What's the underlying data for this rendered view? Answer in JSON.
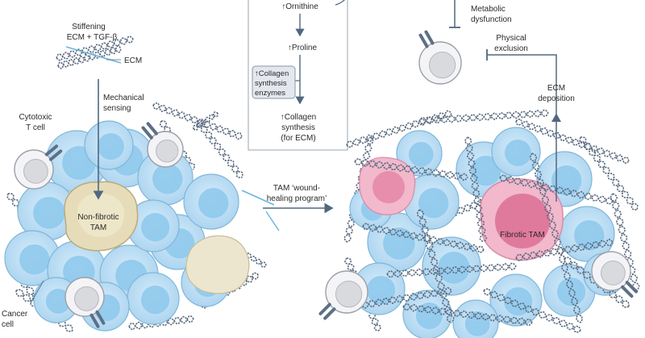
{
  "colors": {
    "cell_fill": "#bfe0f5",
    "cell_stroke": "#7fb6d9",
    "nucleus": "#8cc8ec",
    "tcell_fill": "#f4f4f6",
    "tcell_nucleus": "#d9dade",
    "receptor": "#5d6f86",
    "non_fibrotic_tam": "#e6dcb9",
    "fibrotic_tam": "#f2b8cc",
    "fibrotic_tam_core": "#e07a9c",
    "collagen": "#5b6b7f",
    "arrow": "#50687f",
    "tgf": "#6ab5e0",
    "enzyme_box": "#e4e8ee"
  },
  "left_panel": {
    "stiffening_label_1": "Stiffening",
    "stiffening_label_2": "ECM + TGF-β",
    "ecm_label": "ECM",
    "mechanical_1": "Mechanical",
    "mechanical_2": "sensing",
    "cytotoxic_1": "Cytotoxic",
    "cytotoxic_2": "T cell",
    "tam_1": "Non-fibrotic",
    "tam_2": "TAM",
    "cancer_1": "Cancer",
    "cancer_2": "cell"
  },
  "pathway": {
    "ornithine": "↑Ornithine",
    "proline": "↑Proline",
    "enzymes_1": "↑Collagen",
    "enzymes_2": "synthesis",
    "enzymes_3": "enzymes",
    "collagen_1": "↑Collagen",
    "collagen_2": "synthesis",
    "collagen_3": "(for ECM)",
    "program_1": "TAM ‘wound-",
    "program_2": "healing program’"
  },
  "right_panel": {
    "metabolic_1": "Metabolic",
    "metabolic_2": "dysfunction",
    "physical_1": "Physical",
    "physical_2": "exclusion",
    "ecm_dep_1": "ECM",
    "ecm_dep_2": "deposition",
    "tam_label": "Fibrotic TAM"
  }
}
